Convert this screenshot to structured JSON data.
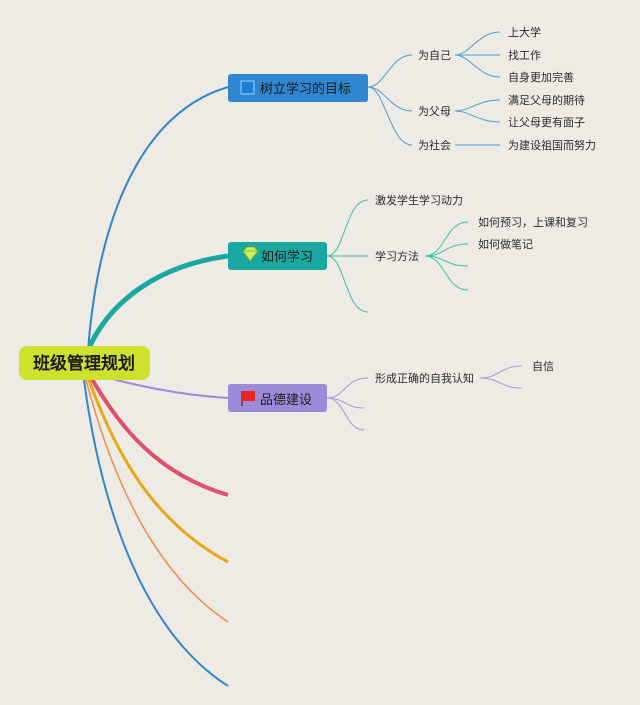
{
  "root": {
    "label": "班级管理规划",
    "color": "#cfe12f"
  },
  "branches": [
    {
      "label": "树立学习的目标",
      "color": "#2f86cf",
      "icon": "blue-square-icon",
      "children": [
        {
          "label": "为自己",
          "children": [
            "上大学",
            "找工作",
            "自身更加完善"
          ]
        },
        {
          "label": "为父母",
          "children": [
            "满足父母的期待",
            "让父母更有面子"
          ]
        },
        {
          "label": "为社会",
          "children": [
            "为建设祖国而努力"
          ]
        }
      ]
    },
    {
      "label": "如何学习",
      "color": "#1aa7a0",
      "icon": "gem-icon",
      "children": [
        {
          "label": "激发学生学习动力",
          "children": []
        },
        {
          "label": "学习方法",
          "children": [
            "如何预习，上课和复习",
            "如何做笔记",
            "",
            ""
          ]
        },
        {
          "label": "",
          "children": []
        }
      ]
    },
    {
      "label": "品德建设",
      "color": "#9c8ad8",
      "icon": "red-flag-icon",
      "children": [
        {
          "label": "形成正确的自我认知",
          "children": [
            "自信",
            ""
          ]
        },
        {
          "label": "",
          "children": []
        },
        {
          "label": "",
          "children": []
        }
      ]
    }
  ],
  "empty_branches": [
    {
      "color": "#e0506a"
    },
    {
      "color": "#e6a817"
    },
    {
      "color": "#f08a50"
    },
    {
      "color": "#2f86cf"
    }
  ]
}
